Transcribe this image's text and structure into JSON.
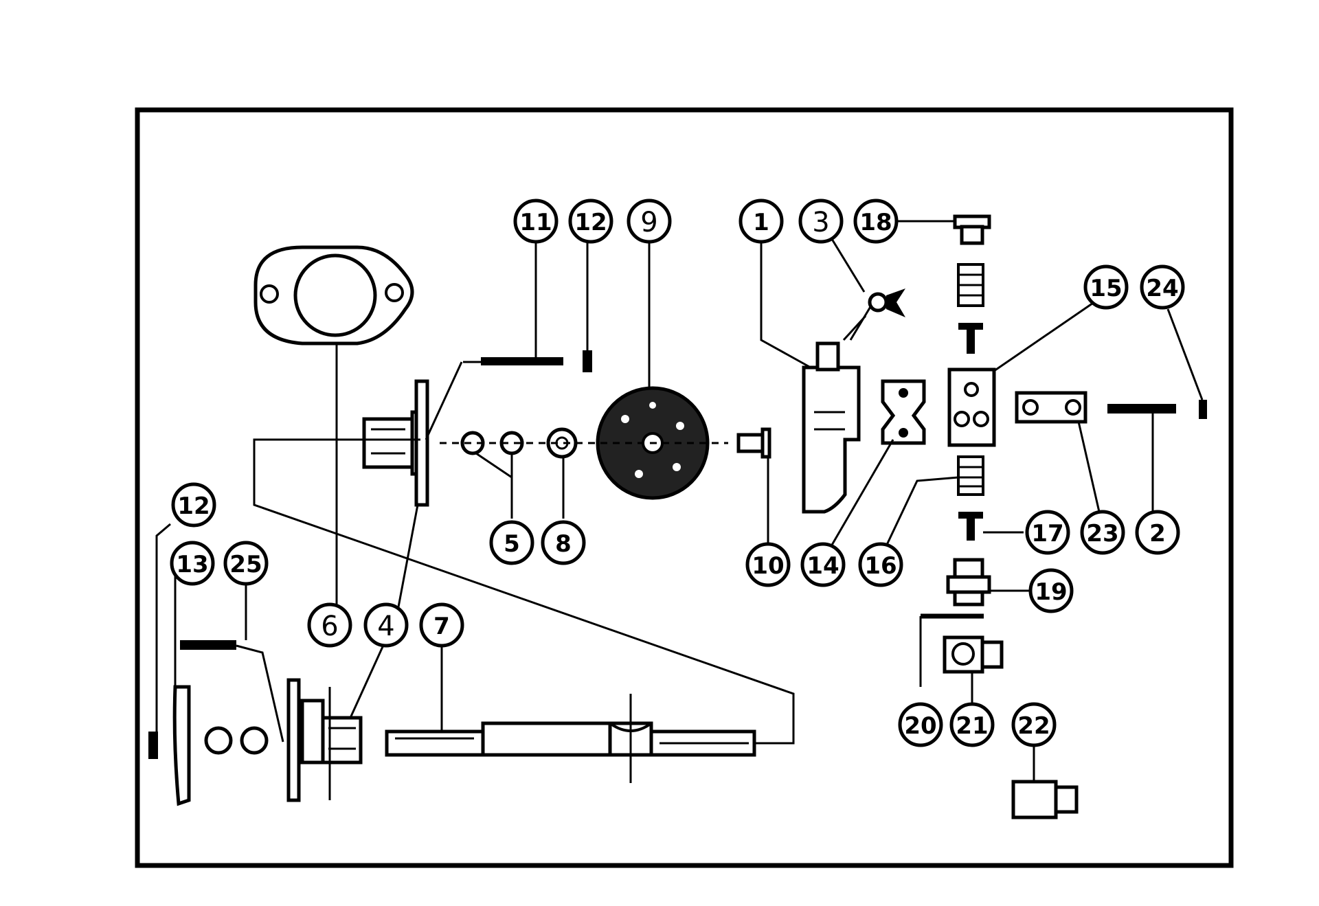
{
  "colors": {
    "ink": "#000000",
    "paper": "#ffffff"
  },
  "callouts": [
    {
      "id": "c1",
      "label": "1"
    },
    {
      "id": "c3",
      "label": "3"
    },
    {
      "id": "c18",
      "label": "18"
    },
    {
      "id": "c11",
      "label": "11"
    },
    {
      "id": "c12a",
      "label": "12"
    },
    {
      "id": "c9",
      "label": "9"
    },
    {
      "id": "c15",
      "label": "15"
    },
    {
      "id": "c24",
      "label": "24"
    },
    {
      "id": "c12b",
      "label": "12"
    },
    {
      "id": "c13",
      "label": "13"
    },
    {
      "id": "c25",
      "label": "25"
    },
    {
      "id": "c5",
      "label": "5"
    },
    {
      "id": "c8",
      "label": "8"
    },
    {
      "id": "c10",
      "label": "10"
    },
    {
      "id": "c14",
      "label": "14"
    },
    {
      "id": "c16",
      "label": "16"
    },
    {
      "id": "c17",
      "label": "17"
    },
    {
      "id": "c23",
      "label": "23"
    },
    {
      "id": "c2",
      "label": "2"
    },
    {
      "id": "c19",
      "label": "19"
    },
    {
      "id": "c6",
      "label": "6"
    },
    {
      "id": "c4",
      "label": "4"
    },
    {
      "id": "c7",
      "label": "7"
    },
    {
      "id": "c20",
      "label": "20"
    },
    {
      "id": "c21",
      "label": "21"
    },
    {
      "id": "c22",
      "label": "22"
    }
  ]
}
